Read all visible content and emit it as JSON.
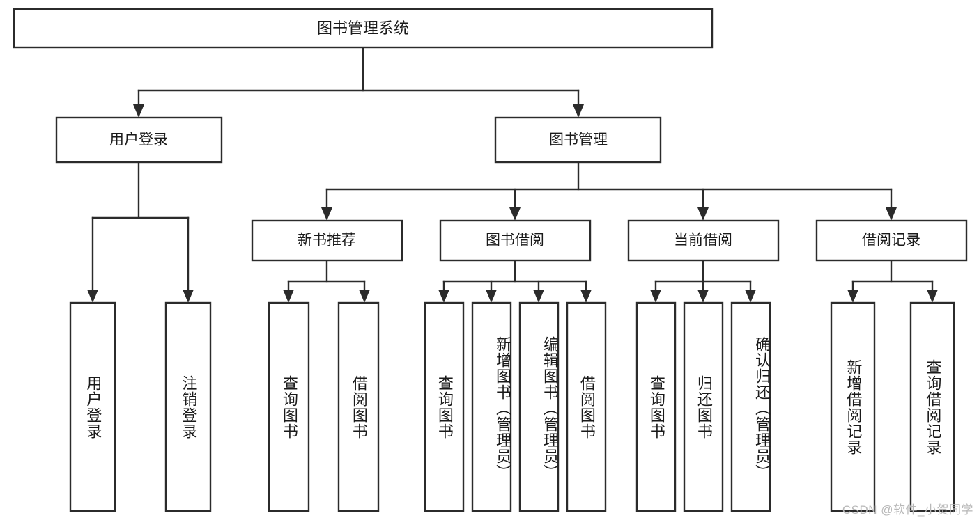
{
  "diagram": {
    "title": "图书管理系统",
    "watermark": "CSDN @软件_小贺同学",
    "style": {
      "box_fill": "#ffffff",
      "box_stroke": "#2b2b2b",
      "text_color": "#1a1a1a",
      "watermark_color": "#b8b8b8",
      "background": "#ffffff"
    },
    "levels": {
      "root": {
        "label": "图书管理系统"
      },
      "level2": [
        {
          "label": "用户登录"
        },
        {
          "label": "图书管理"
        }
      ],
      "level3": [
        {
          "label": "新书推荐"
        },
        {
          "label": "图书借阅"
        },
        {
          "label": "当前借阅"
        },
        {
          "label": "借阅记录"
        }
      ],
      "leaves": [
        {
          "label": "用户登录",
          "parent": "用户登录"
        },
        {
          "label": "注销登录",
          "parent": "用户登录"
        },
        {
          "label": "查询图书",
          "parent": "新书推荐"
        },
        {
          "label": "借阅图书",
          "parent": "新书推荐"
        },
        {
          "label": "查询图书",
          "parent": "图书借阅"
        },
        {
          "label": "新增图书（管理员）",
          "parent": "图书借阅"
        },
        {
          "label": "编辑图书（管理员）",
          "parent": "图书借阅"
        },
        {
          "label": "借阅图书",
          "parent": "图书借阅"
        },
        {
          "label": "查询图书",
          "parent": "当前借阅"
        },
        {
          "label": "归还图书",
          "parent": "当前借阅"
        },
        {
          "label": "确认归还（管理员）",
          "parent": "当前借阅"
        },
        {
          "label": "新增借阅记录",
          "parent": "借阅记录"
        },
        {
          "label": "查询借阅记录",
          "parent": "借阅记录"
        }
      ]
    }
  }
}
